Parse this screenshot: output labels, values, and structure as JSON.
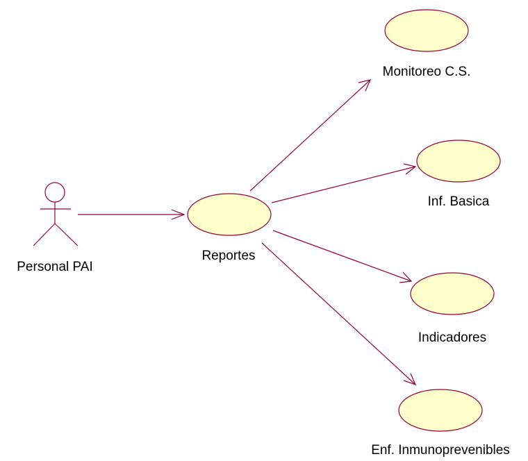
{
  "actor": {
    "name": "Personal PAI",
    "icon": "stick-figure-actor-icon"
  },
  "main_use_case": {
    "label": "Reportes"
  },
  "use_cases": [
    {
      "id": "monitoreo",
      "label": "Monitoreo C.S."
    },
    {
      "id": "basica",
      "label": "Inf. Basica"
    },
    {
      "id": "indicadores",
      "label": "Indicadores"
    },
    {
      "id": "inmuno",
      "label": "Enf. Inmunoprevenibles"
    }
  ],
  "colors": {
    "line": "#990033",
    "use_case_fill": "#ffffcc",
    "text": "#000000"
  }
}
